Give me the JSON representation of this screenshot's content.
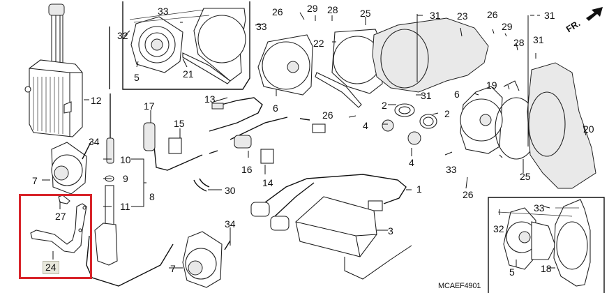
{
  "diagram": {
    "type": "exploded parts diagram",
    "code": "MCAEF4901",
    "direction_label": "FR.",
    "selected_part": "24",
    "highlight_color": "#d8242a",
    "callouts": [
      {
        "id": "c1",
        "num": "1"
      },
      {
        "id": "c2a",
        "num": "2"
      },
      {
        "id": "c2b",
        "num": "2"
      },
      {
        "id": "c3",
        "num": "3"
      },
      {
        "id": "c4a",
        "num": "4"
      },
      {
        "id": "c4b",
        "num": "4"
      },
      {
        "id": "c5a",
        "num": "5"
      },
      {
        "id": "c5b",
        "num": "5"
      },
      {
        "id": "c6a",
        "num": "6"
      },
      {
        "id": "c6b",
        "num": "6"
      },
      {
        "id": "c7a",
        "num": "7"
      },
      {
        "id": "c7b",
        "num": "7"
      },
      {
        "id": "c8",
        "num": "8"
      },
      {
        "id": "c9",
        "num": "9"
      },
      {
        "id": "c10",
        "num": "10"
      },
      {
        "id": "c11",
        "num": "11"
      },
      {
        "id": "c12",
        "num": "12"
      },
      {
        "id": "c13",
        "num": "13"
      },
      {
        "id": "c14",
        "num": "14"
      },
      {
        "id": "c15",
        "num": "15"
      },
      {
        "id": "c16",
        "num": "16"
      },
      {
        "id": "c17",
        "num": "17"
      },
      {
        "id": "c18",
        "num": "18"
      },
      {
        "id": "c19",
        "num": "19"
      },
      {
        "id": "c20",
        "num": "20"
      },
      {
        "id": "c21",
        "num": "21"
      },
      {
        "id": "c22",
        "num": "22"
      },
      {
        "id": "c23",
        "num": "23"
      },
      {
        "id": "c24",
        "num": "24"
      },
      {
        "id": "c25a",
        "num": "25"
      },
      {
        "id": "c25b",
        "num": "25"
      },
      {
        "id": "c26a",
        "num": "26"
      },
      {
        "id": "c26b",
        "num": "26"
      },
      {
        "id": "c26c",
        "num": "26"
      },
      {
        "id": "c26d",
        "num": "26"
      },
      {
        "id": "c27",
        "num": "27"
      },
      {
        "id": "c28a",
        "num": "28"
      },
      {
        "id": "c28b",
        "num": "28"
      },
      {
        "id": "c29a",
        "num": "29"
      },
      {
        "id": "c29b",
        "num": "29"
      },
      {
        "id": "c30",
        "num": "30"
      },
      {
        "id": "c31a",
        "num": "31"
      },
      {
        "id": "c31b",
        "num": "31"
      },
      {
        "id": "c31c",
        "num": "31"
      },
      {
        "id": "c31d",
        "num": "31"
      },
      {
        "id": "c32a",
        "num": "32"
      },
      {
        "id": "c32b",
        "num": "32"
      },
      {
        "id": "c33a",
        "num": "33"
      },
      {
        "id": "c33b",
        "num": "33"
      },
      {
        "id": "c33c",
        "num": "33"
      },
      {
        "id": "c33d",
        "num": "33"
      },
      {
        "id": "c34a",
        "num": "34"
      },
      {
        "id": "c34b",
        "num": "34"
      }
    ]
  }
}
